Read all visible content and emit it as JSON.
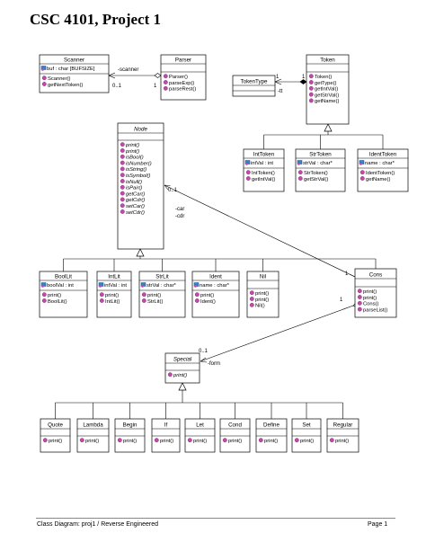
{
  "title": "CSC 4101, Project 1",
  "footer": {
    "left": "Class Diagram: proj1 / Reverse Engineered",
    "right": "Page 1"
  },
  "icons": {
    "attribute": "field-icon",
    "operation": "method-icon",
    "protected_operation": "protected-method-icon"
  },
  "classes": [
    {
      "id": "scanner",
      "name": "Scanner",
      "attributes": [
        "buf : char [BUFSIZE]"
      ],
      "operations": [
        "Scanner()",
        "getNextToken()"
      ]
    },
    {
      "id": "parser",
      "name": "Parser",
      "attributes": [],
      "operations": [
        "Parser()",
        "parseExp()",
        "parseRest()"
      ]
    },
    {
      "id": "token",
      "name": "Token",
      "attributes": [],
      "operations": [
        "Token()",
        "getType()",
        "getIntVal()",
        "getStrVal()",
        "getName()"
      ]
    },
    {
      "id": "tokentype",
      "name": "TokenType",
      "attributes": [],
      "operations": []
    },
    {
      "id": "inttoken",
      "name": "IntToken",
      "attributes": [
        "intVal : int"
      ],
      "operations": [
        "IntToken()",
        "getIntVal()"
      ]
    },
    {
      "id": "strtoken",
      "name": "StrToken",
      "attributes": [
        "strVal : char*"
      ],
      "operations": [
        "StrToken()",
        "getStrVal()"
      ]
    },
    {
      "id": "identtoken",
      "name": "IdentToken",
      "attributes": [
        "name : char*"
      ],
      "operations": [
        "IdentToken()",
        "getName()"
      ]
    },
    {
      "id": "node",
      "name": "Node",
      "abstract": true,
      "attributes": [],
      "operations": [
        "print()",
        "print()",
        "isBool()",
        "isNumber()",
        "isString()",
        "isSymbol()",
        "isNull()",
        "isPair()",
        "getCar()",
        "getCdr()",
        "setCar()",
        "setCdr()"
      ]
    },
    {
      "id": "boollit",
      "name": "BoolLit",
      "attributes": [
        "boolVal : int"
      ],
      "operations": [
        "print()",
        "BoolLit()"
      ]
    },
    {
      "id": "intlit",
      "name": "IntLit",
      "attributes": [
        "intVal : int"
      ],
      "operations": [
        "print()",
        "IntLit()"
      ]
    },
    {
      "id": "strlit",
      "name": "StrLit",
      "attributes": [
        "strVal : char*"
      ],
      "operations": [
        "print()",
        "StrLit()"
      ]
    },
    {
      "id": "ident",
      "name": "Ident",
      "attributes": [
        "name : char*"
      ],
      "operations": [
        "print()",
        "Ident()"
      ]
    },
    {
      "id": "nil",
      "name": "Nil",
      "attributes": [],
      "operations": [
        "print()",
        "print()",
        "Nil()"
      ]
    },
    {
      "id": "cons",
      "name": "Cons",
      "attributes": [],
      "operations": [
        "print()",
        "print()",
        "Cons()",
        "parseList()"
      ]
    },
    {
      "id": "special",
      "name": "Special",
      "abstract": true,
      "attributes": [],
      "operations": [
        "print()"
      ]
    },
    {
      "id": "quote",
      "name": "Quote",
      "attributes": [],
      "operations": [
        "print()"
      ]
    },
    {
      "id": "lambda",
      "name": "Lambda",
      "attributes": [],
      "operations": [
        "print()"
      ]
    },
    {
      "id": "begin",
      "name": "Begin",
      "attributes": [],
      "operations": [
        "print()"
      ]
    },
    {
      "id": "if",
      "name": "If",
      "attributes": [],
      "operations": [
        "print()"
      ]
    },
    {
      "id": "let",
      "name": "Let",
      "attributes": [],
      "operations": [
        "print()"
      ]
    },
    {
      "id": "cond",
      "name": "Cond",
      "attributes": [],
      "operations": [
        "print()"
      ]
    },
    {
      "id": "define",
      "name": "Define",
      "attributes": [],
      "operations": [
        "print()"
      ]
    },
    {
      "id": "set",
      "name": "Set",
      "attributes": [],
      "operations": [
        "print()"
      ]
    },
    {
      "id": "regular",
      "name": "Regular",
      "attributes": [],
      "operations": [
        "print()"
      ]
    }
  ],
  "associations": [
    {
      "id": "scanner-assoc",
      "from": "parser",
      "to": "scanner",
      "role": "-scanner",
      "from_mult": "1",
      "to_mult": "0..1",
      "kind": "aggregation"
    },
    {
      "id": "tt-assoc",
      "from": "token",
      "to": "tokentype",
      "role": "-tt",
      "from_mult": "1",
      "to_mult": "1",
      "kind": "composition"
    },
    {
      "id": "car-cdr-assoc",
      "from": "cons",
      "to": "node",
      "role": "-car\n-cdr",
      "from_mult": "1",
      "to_mult": "0..1",
      "kind": "association"
    },
    {
      "id": "form-assoc",
      "from": "cons",
      "to": "special",
      "role": "-form",
      "from_mult": "1",
      "to_mult": "0..1",
      "kind": "aggregation"
    }
  ]
}
